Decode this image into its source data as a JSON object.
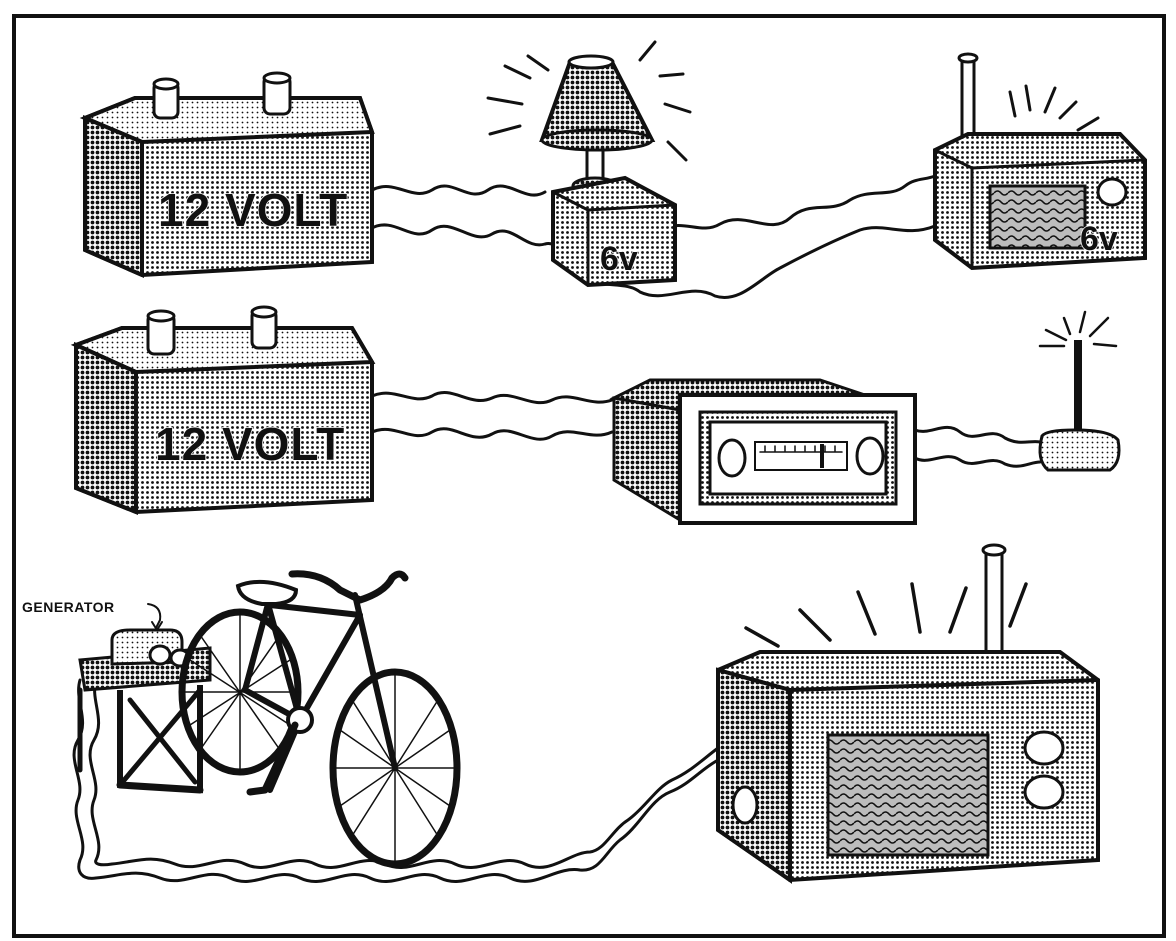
{
  "labels": {
    "battery_top": "12 VOLT",
    "battery_mid": "12 VOLT",
    "lamp_voltage": "6v",
    "radio_small_voltage": "6v",
    "generator": "GENERATOR"
  },
  "colors": {
    "ink": "#111111",
    "paper": "#ffffff",
    "halftone": "#8a8a8a"
  },
  "icons": {
    "battery": "car-battery-icon",
    "lamp": "table-lamp-icon",
    "radio_small": "transistor-radio-icon",
    "car_radio": "car-radio-icon",
    "antenna": "antenna-icon",
    "bicycle": "bicycle-icon",
    "generator": "generator-icon",
    "radio_large": "large-radio-icon"
  }
}
